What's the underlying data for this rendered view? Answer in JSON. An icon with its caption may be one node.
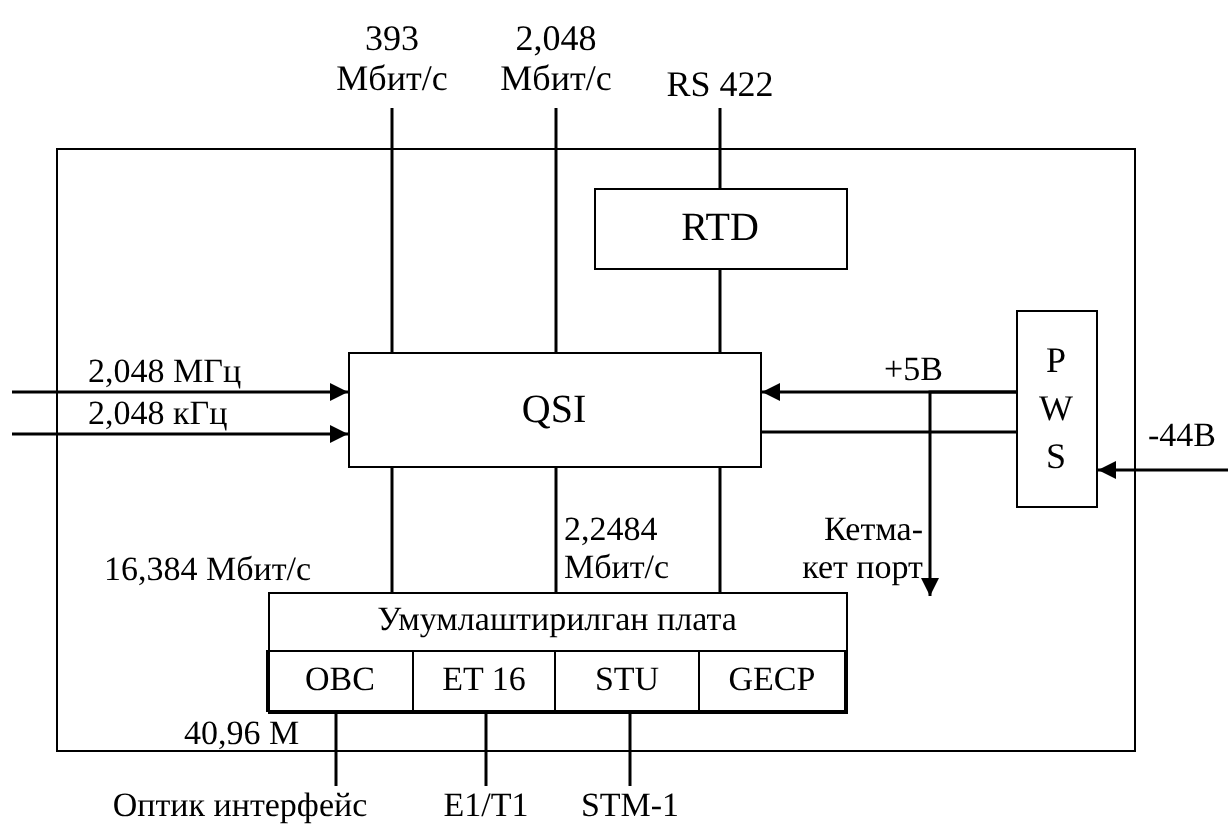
{
  "diagram": {
    "nodes": [
      {
        "text": [],
        "shape": "box"
      },
      {
        "text": [
          "393 Мбит/с"
        ]
      },
      {
        "text": [
          "2,048 Мбит/с"
        ]
      },
      {
        "text": [
          "RS 422"
        ]
      },
      {
        "text": [
          "RTD"
        ],
        "in": 0
      },
      {
        "text": [
          "QSI"
        ],
        "in": 0
      },
      {
        "text": [
          "P W S"
        ],
        "in": 0
      },
      {
        "text": [
          "Кетма-кет порт"
        ],
        "in": 0
      },
      {
        "text": [
          "Умумлаштирилган плата"
        ],
        "in": 0
      },
      {
        "text": [
          "OBC"
        ],
        "in": 8
      },
      {
        "text": [
          "ET 16"
        ],
        "in": 8
      },
      {
        "text": [
          "STU"
        ],
        "in": 8
      },
      {
        "text": [
          "GECP"
        ],
        "in": 8
      },
      {
        "text": [
          "Оптик интерфейс"
        ]
      },
      {
        "text": [
          "E1/T1"
        ]
      },
      {
        "text": [
          "STM-1"
        ]
      }
    ],
    "edges": [
      {
        "from": 1,
        "to": 5,
        "arrow": "none"
      },
      {
        "from": 2,
        "to": 5,
        "arrow": "none"
      },
      {
        "from": 3,
        "to": 4,
        "arrow": "none"
      },
      {
        "from": 4,
        "to": 5,
        "arrow": "none"
      },
      {
        "from": null,
        "to": 5,
        "arrow": "to",
        "label": "2,048 МГц"
      },
      {
        "from": null,
        "to": 5,
        "arrow": "to",
        "label": "2,048 кГц"
      },
      {
        "from": 6,
        "to": 5,
        "arrow": "to",
        "label": "+5В"
      },
      {
        "from": 6,
        "to": 7,
        "arrow": "to"
      },
      {
        "from": 5,
        "to": 6,
        "arrow": "none"
      },
      {
        "from": null,
        "to": 6,
        "arrow": "to",
        "label": "-44В"
      },
      {
        "from": 5,
        "to": 8,
        "arrow": "none",
        "label": "16,384 Мбит/с"
      },
      {
        "from": 5,
        "to": 8,
        "arrow": "none",
        "label": "2,2484 Мбит/с"
      },
      {
        "from": 5,
        "to": 8,
        "arrow": "none"
      },
      {
        "from": 9,
        "to": 13,
        "arrow": "none",
        "label": "40,96 М"
      },
      {
        "from": 10,
        "to": 14,
        "arrow": "none"
      },
      {
        "from": 11,
        "to": 15,
        "arrow": "none"
      }
    ]
  }
}
